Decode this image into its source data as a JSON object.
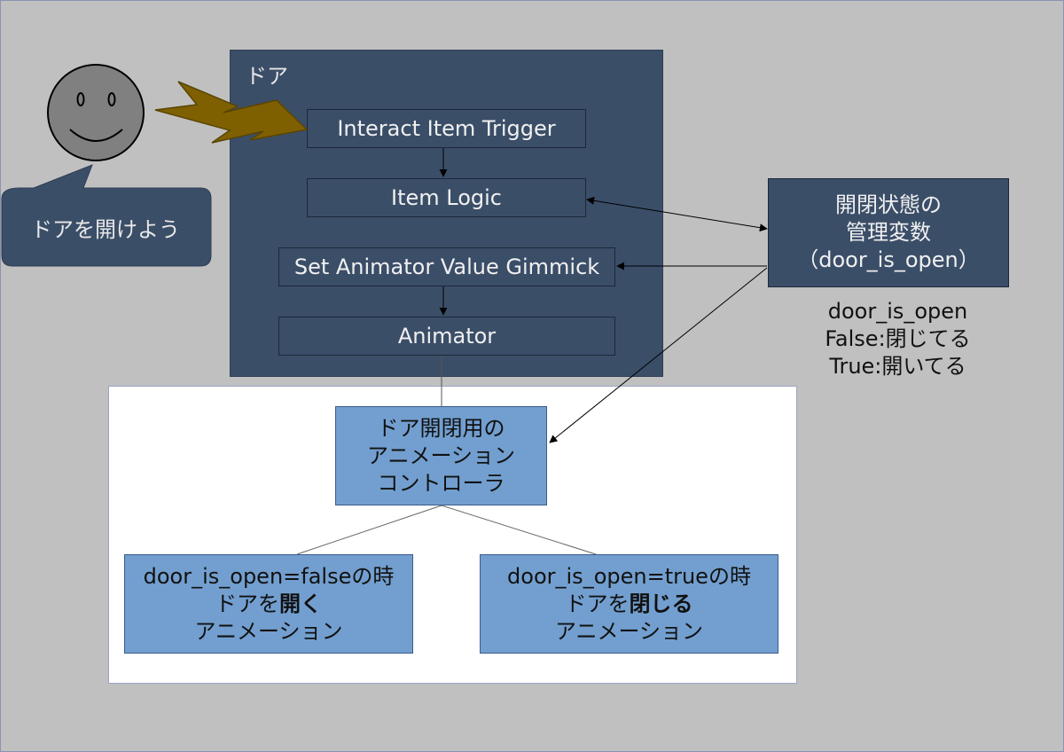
{
  "colors": {
    "background": "#c0c0c0",
    "panel": "#3b4e68",
    "lightning": "#7f6000",
    "box_blue": "#729fcf",
    "face": "#808080"
  },
  "icons": {
    "user": "smiley-face-icon",
    "interaction": "lightning-bolt-icon"
  },
  "speech_bubble": {
    "text": "ドアを開けよう"
  },
  "door": {
    "title": "ドア",
    "components": {
      "trigger": "Interact Item Trigger",
      "logic": "Item Logic",
      "gimmick": "Set Animator Value Gimmick",
      "animator": "Animator"
    }
  },
  "state_variable": {
    "line1": "開閉状態の",
    "line2": "管理変数",
    "line3": "（door_is_open）"
  },
  "state_note": {
    "line1": "door_is_open",
    "line2": "False:閉じてる",
    "line3": "True:開いてる"
  },
  "controller": {
    "line1": "ドア開閉用の",
    "line2": "アニメーション",
    "line3": "コントローラ"
  },
  "states": {
    "closed_state": {
      "condition": "door_is_open=falseの時",
      "action_prefix": "ドアを",
      "action_bold": "開く",
      "suffix": "アニメーション"
    },
    "open_state": {
      "condition": "door_is_open=trueの時",
      "action_prefix": "ドアを",
      "action_bold": "閉じる",
      "suffix": "アニメーション"
    }
  }
}
